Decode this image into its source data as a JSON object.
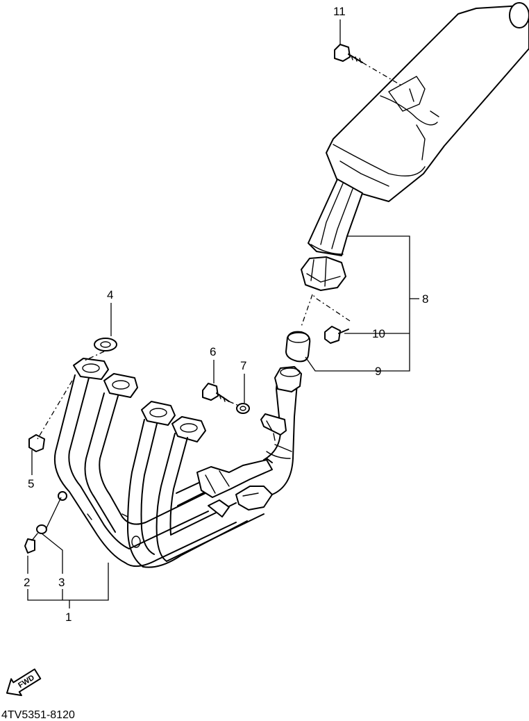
{
  "callouts": {
    "c1": "1",
    "c2": "2",
    "c3": "3",
    "c4": "4",
    "c5": "5",
    "c6": "6",
    "c7": "7",
    "c8": "8",
    "c9": "9",
    "c10": "10",
    "c11": "11"
  },
  "direction_label": "FWD",
  "diagram_code": "4TV5351-8120"
}
